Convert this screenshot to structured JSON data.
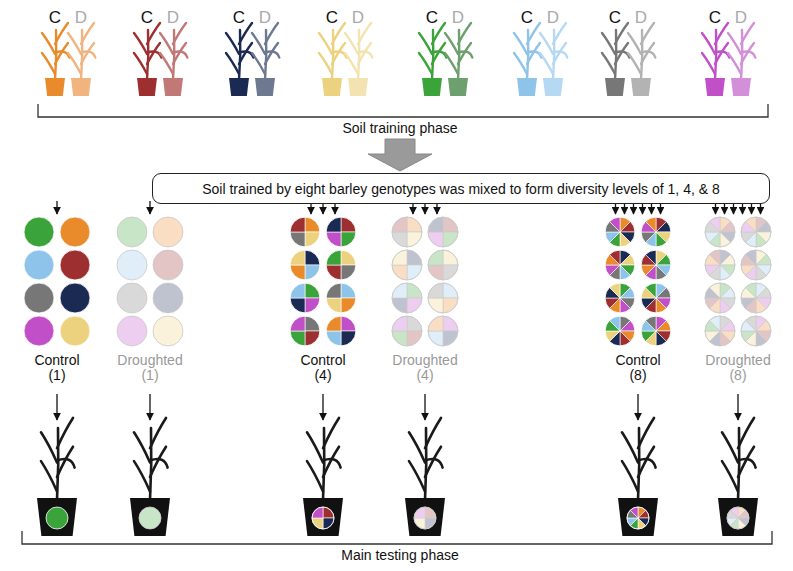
{
  "diagram": {
    "nodes": [
      {
        "text": [
          "Soil trained by eight barley genotypes was mixed to form diversity levels of 1, 4, & 8"
        ]
      }
    ],
    "labels": [
      "C",
      "D",
      "C",
      "D",
      "C",
      "D",
      "C",
      "D",
      "C",
      "D",
      "C",
      "D",
      "C",
      "D",
      "C",
      "D",
      "Soil training phase",
      "Control (1)",
      "Droughted (1)",
      "Control (4)",
      "Droughted (4)",
      "Control (8)",
      "Droughted (8)",
      "Main testing phase"
    ]
  }
}
